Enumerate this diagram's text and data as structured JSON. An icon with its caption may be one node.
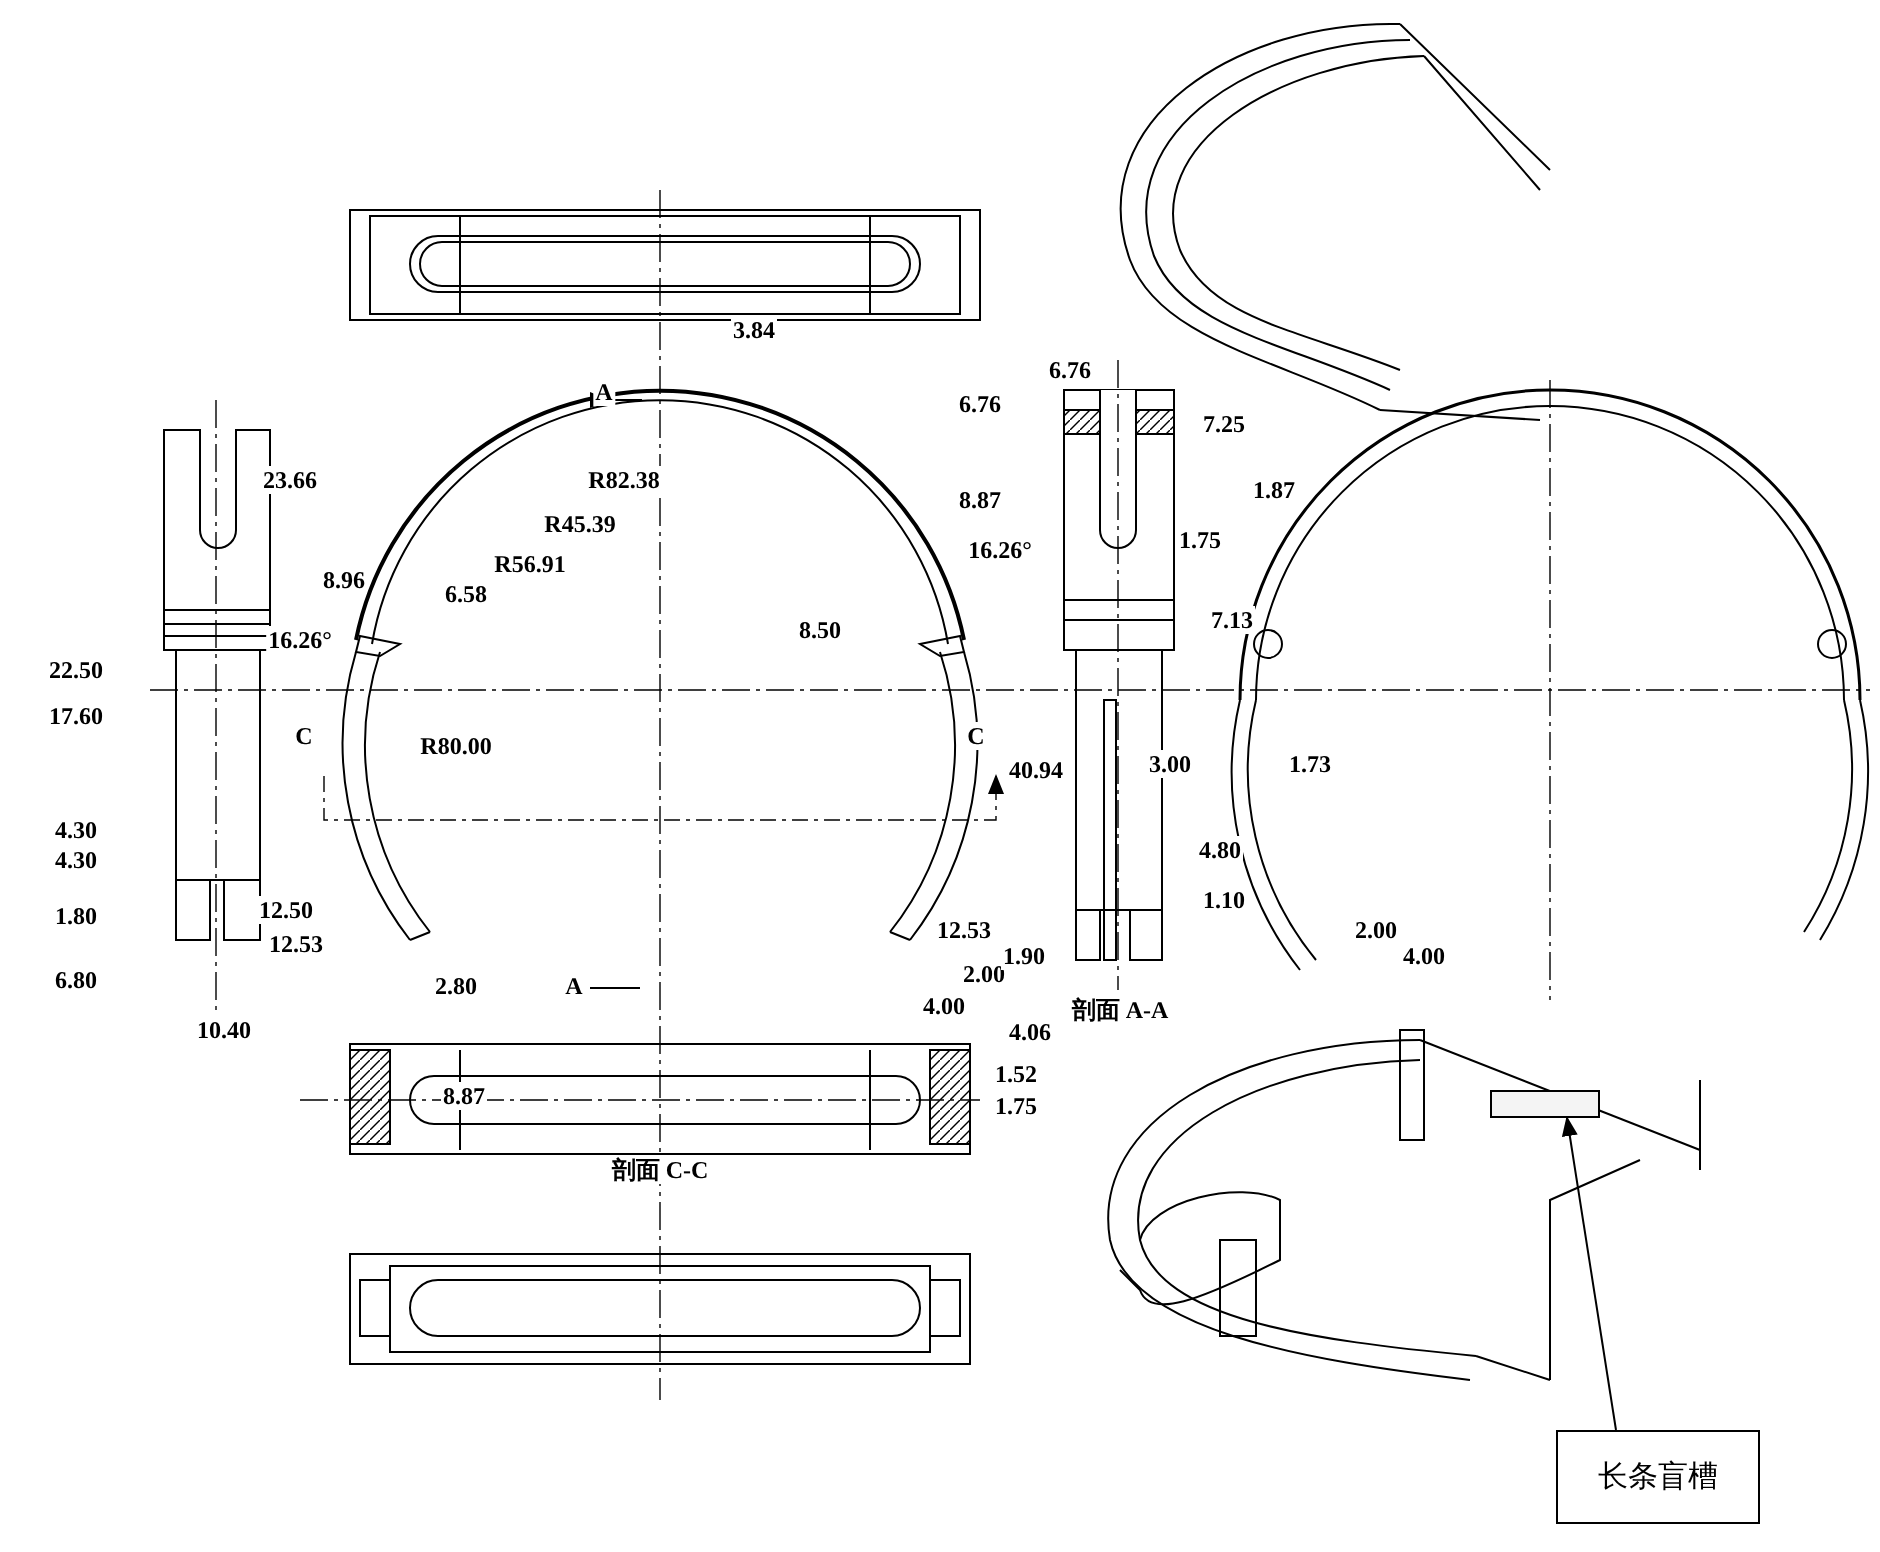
{
  "diagram": {
    "nodes": [
      {
        "text": [
          "长条盲槽"
        ]
      },
      {
        "text": [],
        "shape": "box"
      }
    ],
    "edges": [
      {
        "from": 0,
        "to": 1,
        "arrow": "to"
      }
    ],
    "labels": [
      "A",
      "3.84",
      "23.66",
      "8.96",
      "R82.38",
      "R45.39",
      "R56.91",
      "6.58",
      "16.26°",
      "22.50",
      "17.60",
      "R80.00",
      "C",
      "8.50",
      "16.26°",
      "C",
      "40.94",
      "4.30",
      "4.30",
      "12.50",
      "1.80",
      "12.53",
      "2.80",
      "6.80",
      "A",
      "12.53",
      "2.00",
      "4.00",
      "10.40",
      "6.76",
      "6.76",
      "7.25",
      "8.87",
      "1.87",
      "1.75",
      "7.13",
      "3.00",
      "1.73",
      "4.80",
      "1.10",
      "1.90",
      "剖面 A-A",
      "2.00",
      "4.00",
      "4.06",
      "8.87",
      "1.52",
      "1.75",
      "剖面 C-C"
    ]
  }
}
